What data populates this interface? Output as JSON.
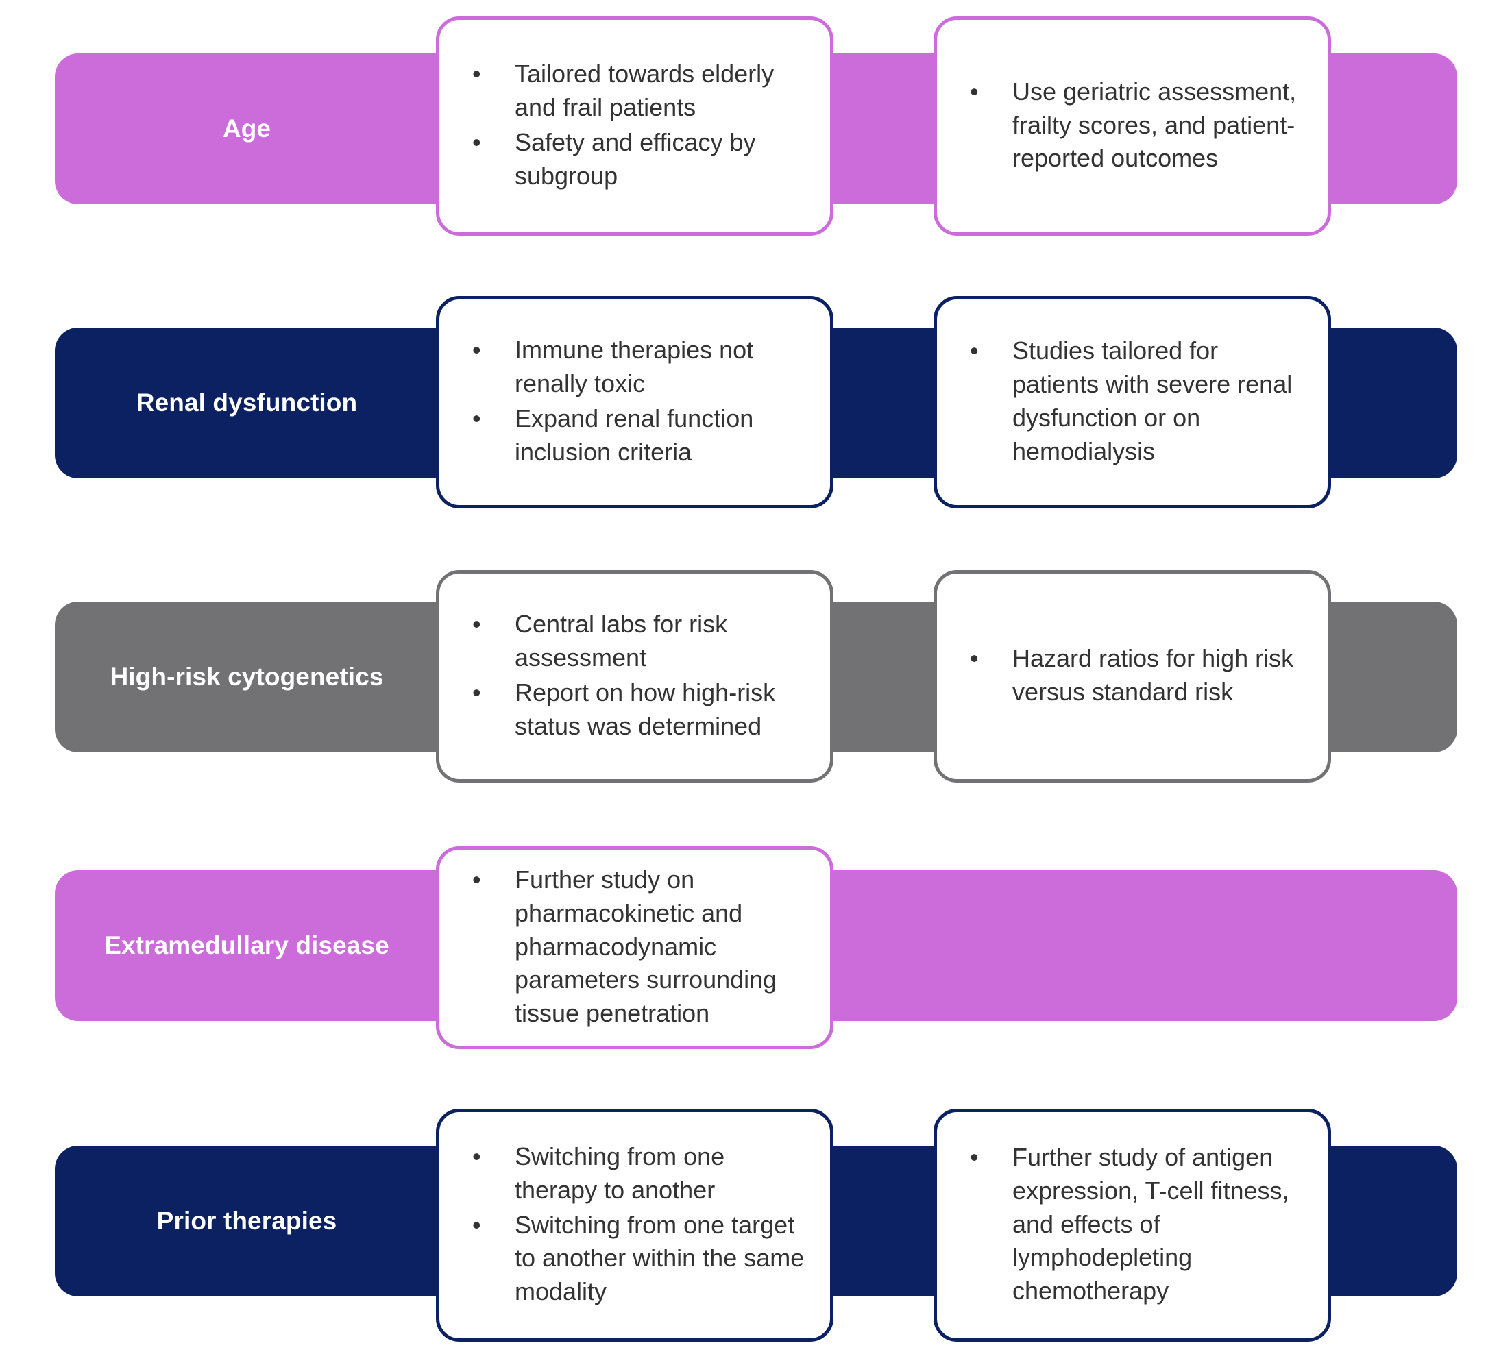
{
  "colors": {
    "magenta": "#CC6CDB",
    "navy": "#0B2161",
    "gray": "#727274",
    "text": "#333333",
    "label_text": "#FFFFFF",
    "background": "#FFFFFF"
  },
  "rows": [
    {
      "label": "Age",
      "color": "magenta",
      "cards": [
        {
          "bullets": [
            "Tailored towards elderly and frail patients",
            "Safety and efficacy by subgroup"
          ]
        },
        {
          "bullets": [
            "Use geriatric assessment, frailty scores, and patient-reported outcomes"
          ]
        }
      ]
    },
    {
      "label": "Renal dysfunction",
      "color": "navy",
      "cards": [
        {
          "bullets": [
            "Immune therapies not renally toxic",
            "Expand renal function inclusion criteria"
          ]
        },
        {
          "bullets": [
            "Studies tailored for patients with severe renal dysfunction or on hemodialysis"
          ]
        }
      ]
    },
    {
      "label": "High-risk cytogenetics",
      "color": "gray",
      "cards": [
        {
          "bullets": [
            "Central labs for risk assessment",
            "Report on how high-risk status was determined"
          ]
        },
        {
          "bullets": [
            "Hazard ratios for high risk versus standard risk"
          ]
        }
      ]
    },
    {
      "label": "Extramedullary disease",
      "color": "magenta",
      "cards": [
        {
          "bullets": [
            "Further study on pharmacokinetic and pharmacodynamic parameters surrounding tissue penetration"
          ]
        }
      ]
    },
    {
      "label": "Prior therapies",
      "color": "navy",
      "cards": [
        {
          "bullets": [
            "Switching from one therapy to another",
            "Switching from one target to another within the same modality"
          ]
        },
        {
          "bullets": [
            "Further study of antigen expression, T-cell fitness, and effects of lymphodepleting chemotherapy"
          ]
        }
      ]
    }
  ],
  "bullet_glyph": "•"
}
